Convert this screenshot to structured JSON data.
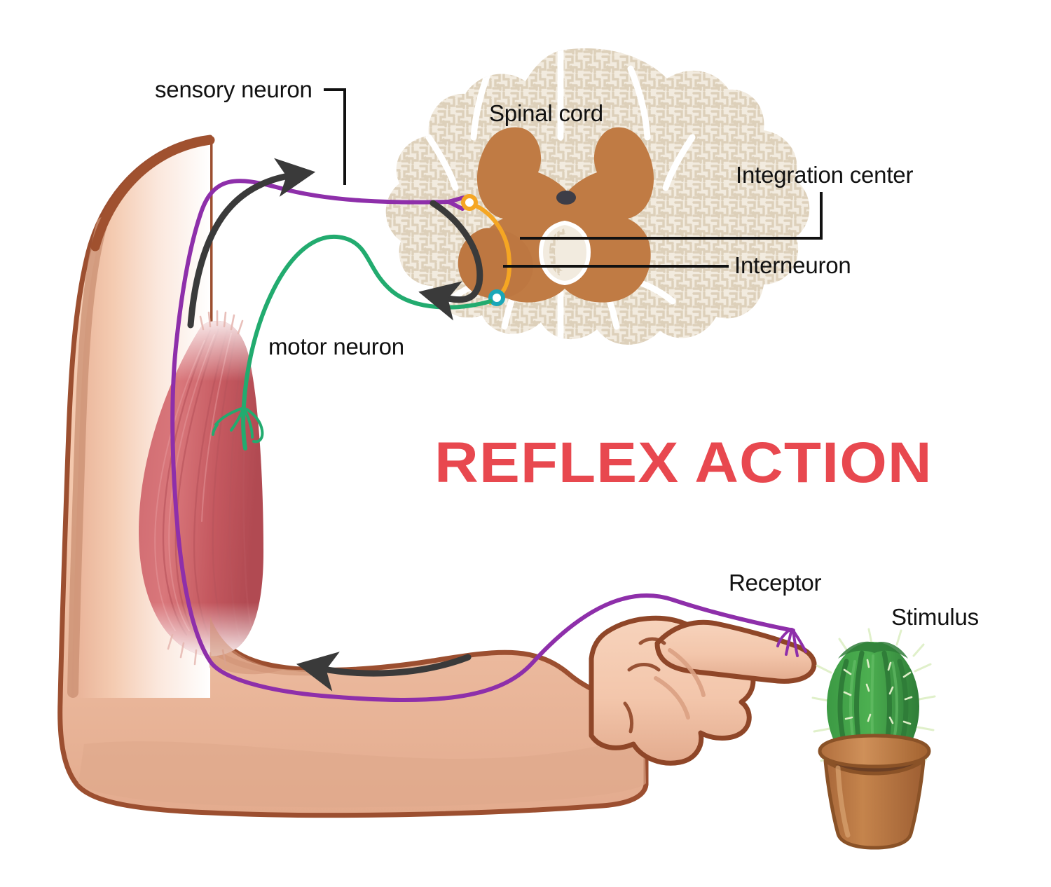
{
  "title": {
    "text": "REFLEX ACTION",
    "color": "#e8484f"
  },
  "labels": {
    "sensory_neuron": "sensory neuron",
    "motor_neuron": "motor neuron",
    "spinal_cord": "Spinal cord",
    "integration_center": "Integration center",
    "interneuron": "Interneuron",
    "receptor": "Receptor",
    "stimulus": "Stimulus"
  },
  "colors": {
    "sensory_neuron": "#8e2faa",
    "motor_neuron": "#22ab6f",
    "interneuron": "#f5a623",
    "synapse_sensory": "#f5a623",
    "synapse_motor": "#1aa7b8",
    "arrow": "#3a3a3a",
    "gray_matter": "#c07b44",
    "white_matter": "#f0e9dc",
    "white_matter_texture": "#ddd0ba",
    "central_canal": "#3d3d47",
    "skin": "#f3c6ab",
    "skin_shadow": "#dda храм",
    "skin_outline": "#9c4f30",
    "muscle": "#d4676b",
    "muscle_dark": "#b84f57",
    "cactus": "#3f9e46",
    "cactus_dark": "#2f7d38",
    "pot": "#bd7a43",
    "soil": "#6b3f24",
    "title": "#e8484f",
    "label_text": "#111111",
    "leader_line": "#111111",
    "background": "#ffffff"
  },
  "icons": {
    "sensory_arrow": "arrow-up-right-icon",
    "motor_arrow": "arrow-left-icon",
    "spinal_arrow": "arrow-curve-left-icon"
  },
  "structures": [
    "arm",
    "biceps-muscle",
    "hand",
    "spinal-cord-cross-section",
    "cactus-plant"
  ]
}
